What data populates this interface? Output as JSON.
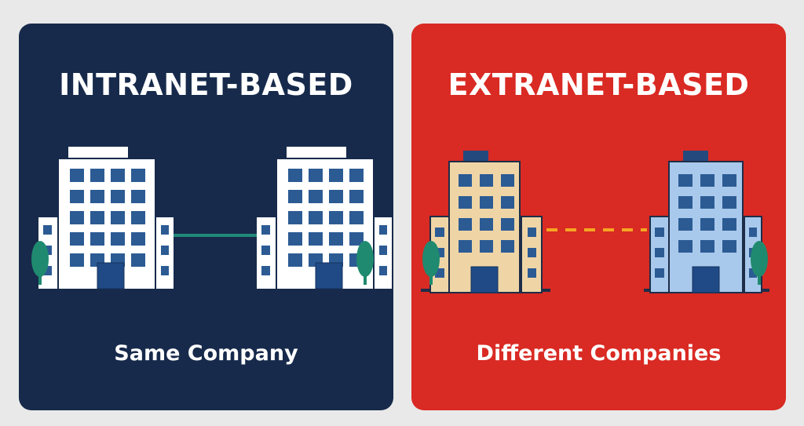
{
  "intranet": {
    "title": "INTRANET-BASED",
    "caption": "Same Company",
    "background": "#172a4b",
    "building_color": "#ffffff",
    "window_color": "#2c5b94",
    "link_color": "#1f8a78",
    "link_style": "solid"
  },
  "extranet": {
    "title": "EXTRANET-BASED",
    "caption": "Different Companies",
    "background": "#d92a23",
    "building_a_color": "#efd5a6",
    "building_b_color": "#a9c9ec",
    "window_color": "#2c5b94",
    "link_color": "#f5a623",
    "link_style": "dashed"
  },
  "icons": {
    "building": "office-building-icon",
    "tree": "tree-icon"
  }
}
